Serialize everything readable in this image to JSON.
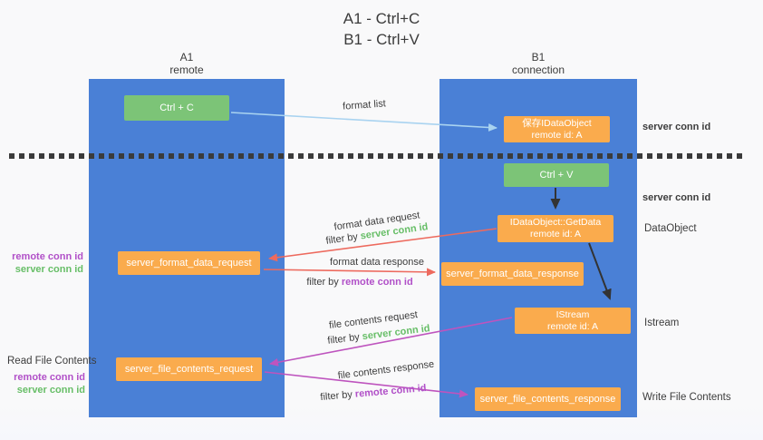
{
  "title": {
    "line1": "A1 - Ctrl+C",
    "line2": "B1 - Ctrl+V"
  },
  "lanes": {
    "left": {
      "name": "A1",
      "role": "remote"
    },
    "right": {
      "name": "B1",
      "role": "connection"
    }
  },
  "nodes": {
    "ctrl_c": {
      "label": "Ctrl + C"
    },
    "save_idataobject": {
      "line1": "保存IDataObject",
      "line2": "remote id: A"
    },
    "ctrl_v": {
      "label": "Ctrl + V"
    },
    "idataobject_getdata": {
      "line1": "IDataObject::GetData",
      "line2": "remote id: A"
    },
    "server_format_data_request": {
      "label": "server_format_data_request"
    },
    "server_format_data_response": {
      "label": "server_format_data_response"
    },
    "istream": {
      "line1": "IStream",
      "line2": "remote id: A"
    },
    "server_file_contents_request": {
      "label": "server_file_contents_request"
    },
    "server_file_contents_response": {
      "label": "server_file_contents_response"
    }
  },
  "arrow_labels": {
    "format_list": "format list",
    "format_data_request": "format data request",
    "format_data_response": "format data response",
    "file_contents_request": "file contents request",
    "file_contents_response": "file contents response",
    "filter_by_prefix": "filter by ",
    "server_conn_id": "server conn id",
    "remote_conn_id": "remote conn id"
  },
  "side_labels": {
    "left_top": {
      "remote_conn_id": "remote conn id",
      "server_conn_id": "server conn id"
    },
    "read_file_contents": "Read File Contents",
    "left_bottom": {
      "remote_conn_id": "remote conn id",
      "server_conn_id": "server conn id"
    },
    "right": {
      "server_conn_id_1": "server conn id",
      "server_conn_id_2": "server conn id",
      "dataobject": "DataObject",
      "istream": "Istream",
      "write_file_contents": "Write File Contents"
    }
  },
  "colors": {
    "lane_blue": "#4A80D6",
    "node_green": "#7CC477",
    "node_orange": "#FAAB4D",
    "arrow_light_blue": "#A9D3F0",
    "arrow_red": "#ED6A5E",
    "arrow_magenta": "#BE54BE",
    "arrow_black": "#333333",
    "text_green": "#67BE67",
    "text_purple": "#B150C8",
    "divider_gray": "#3B3B3B"
  }
}
